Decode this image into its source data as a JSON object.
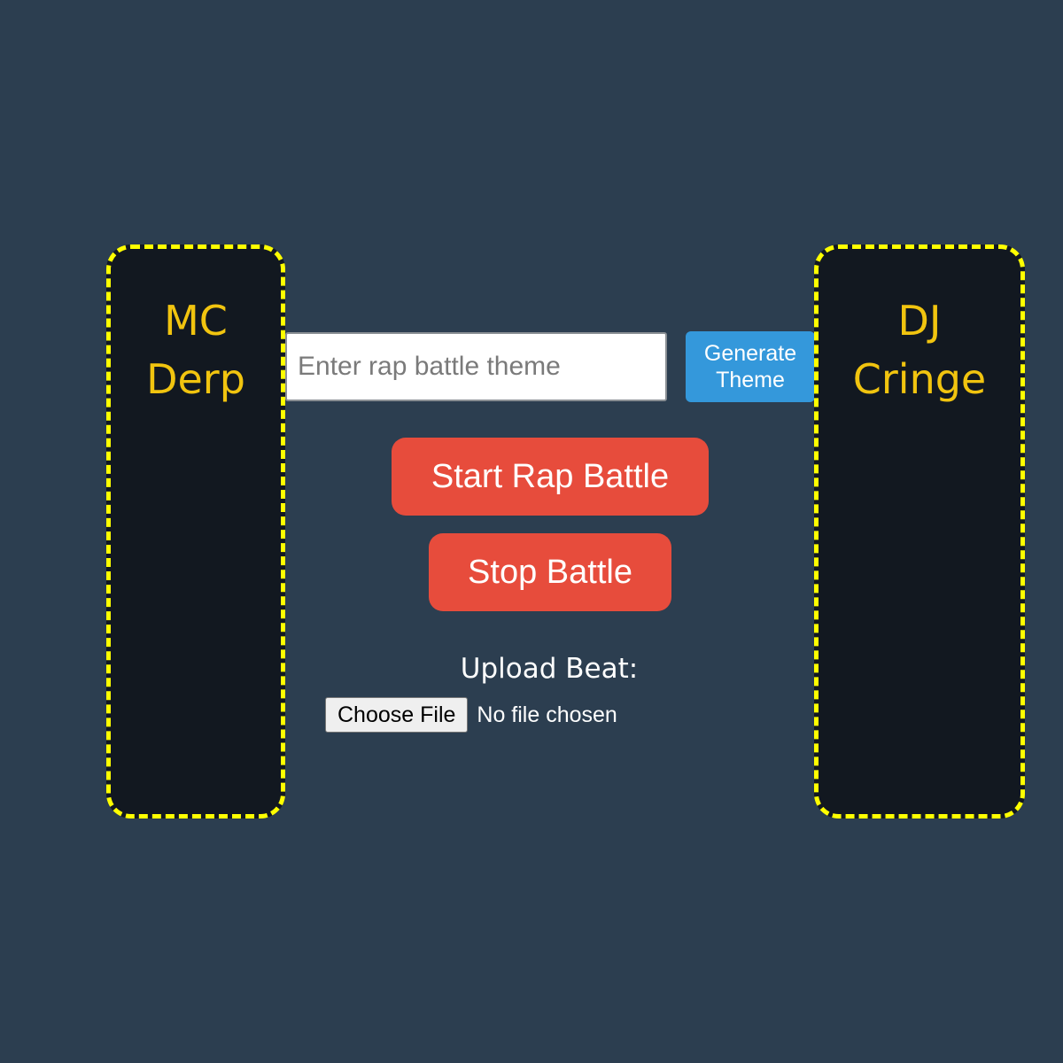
{
  "rappers": {
    "left": {
      "name": "MC\nDerp"
    },
    "right": {
      "name": "DJ\nCringe"
    }
  },
  "theme": {
    "placeholder": "Enter rap battle theme",
    "value": "",
    "generate_label": "Generate Theme"
  },
  "controls": {
    "start_label": "Start Rap Battle",
    "stop_label": "Stop Battle"
  },
  "upload": {
    "label": "Upload Beat:",
    "choose_label": "Choose File",
    "status": "No file chosen"
  },
  "colors": {
    "background": "#2c3e50",
    "panel": "#121820",
    "panel_border": "#ffff00",
    "rapper_name": "#f1c40f",
    "primary_button": "#3498db",
    "danger_button": "#e74c3c"
  }
}
